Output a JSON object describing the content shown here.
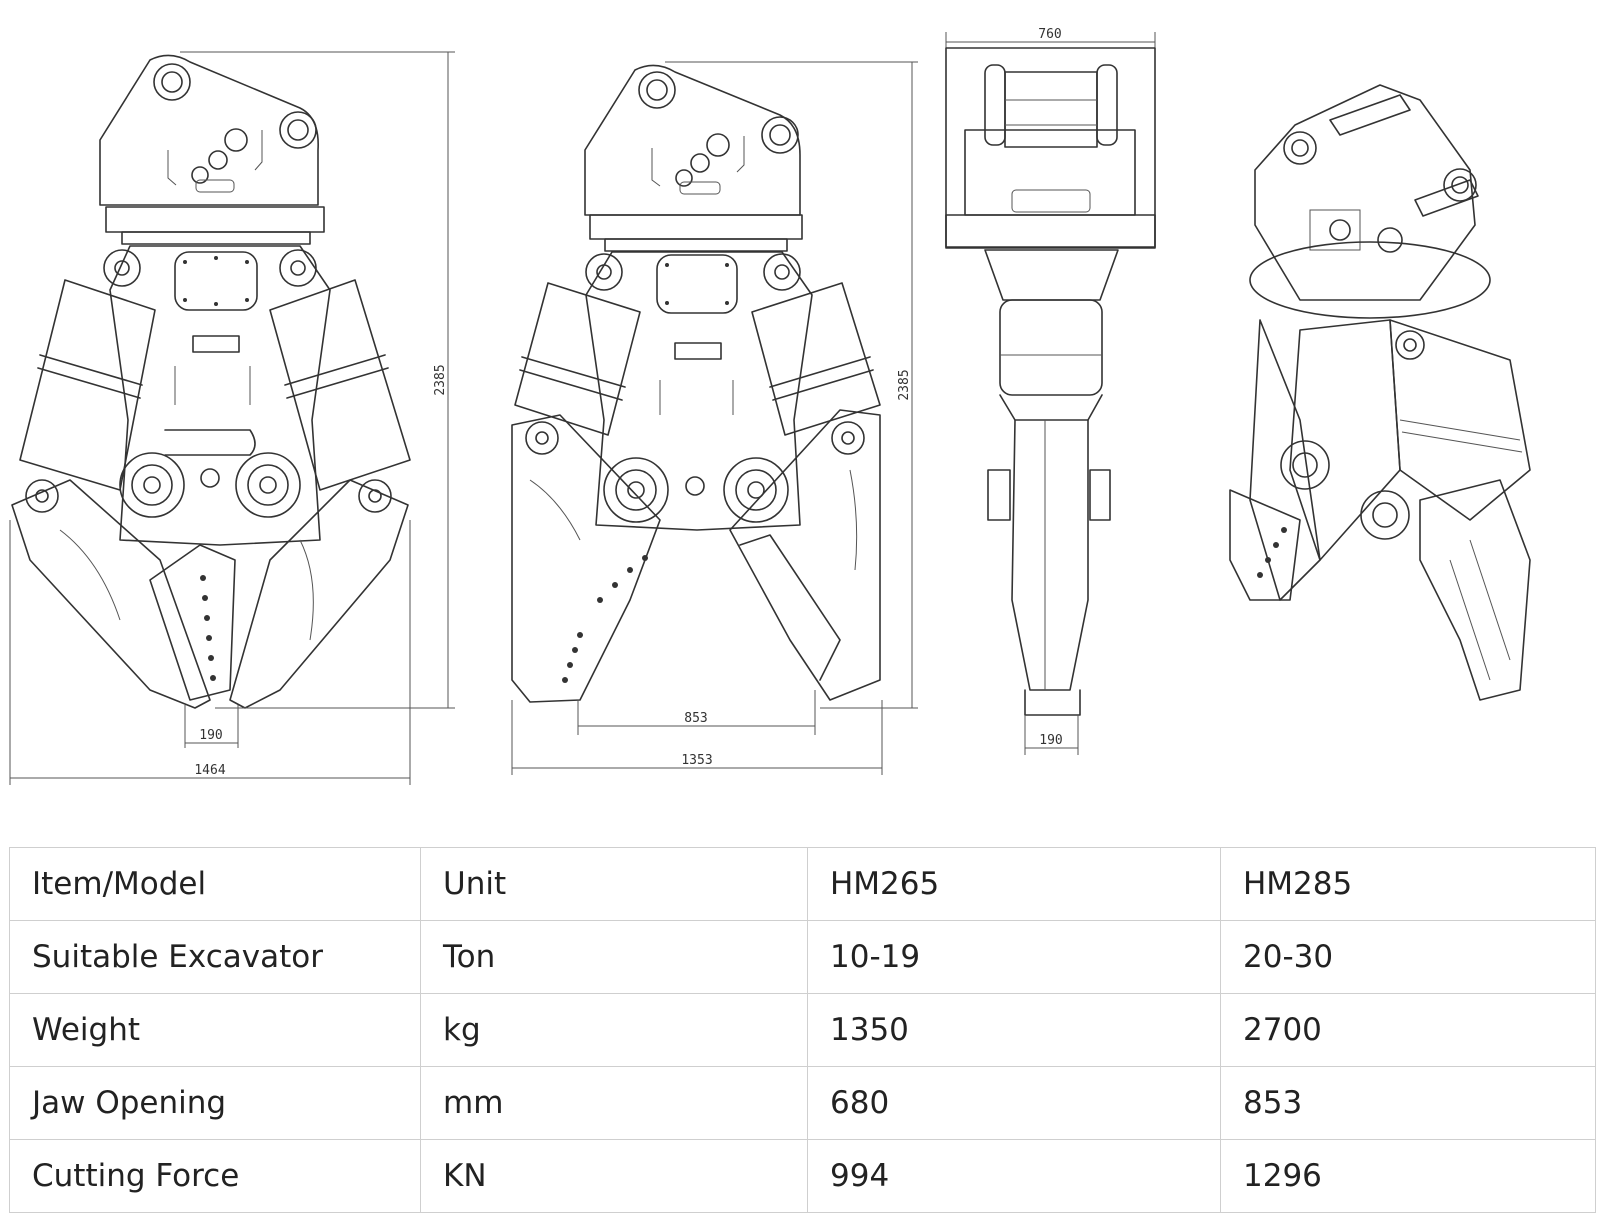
{
  "drawings": {
    "front_view": {
      "height_label": "2385",
      "width_label": "1464",
      "tip_label": "190"
    },
    "front_open_view": {
      "height_label": "2385",
      "jaw_opening_label": "853",
      "width_label": "1353"
    },
    "side_view": {
      "top_width_label": "760",
      "tip_label": "190"
    }
  },
  "table": {
    "headers": [
      "Item/Model",
      "Unit",
      "HM265",
      "HM285"
    ],
    "rows": [
      [
        "Suitable Excavator",
        "Ton",
        "10-19",
        "20-30"
      ],
      [
        "Weight",
        "kg",
        "1350",
        "2700"
      ],
      [
        "Jaw Opening",
        "mm",
        "680",
        "853"
      ],
      [
        "Cutting Force",
        "KN",
        "994",
        "1296"
      ]
    ]
  }
}
